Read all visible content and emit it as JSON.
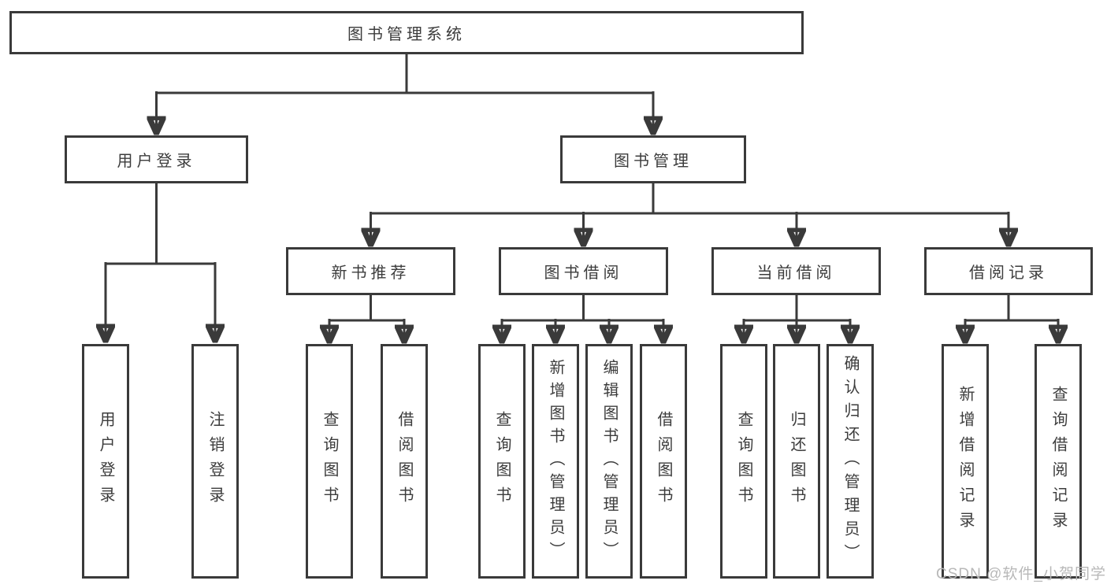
{
  "diagram_title": "图书管理系统",
  "nodes": {
    "root": {
      "label": "图书管理系统"
    },
    "user_login": {
      "label": "用户登录"
    },
    "book_management": {
      "label": "图书管理"
    },
    "new_book_recommend": {
      "label": "新书推荐"
    },
    "book_borrow": {
      "label": "图书借阅"
    },
    "current_borrow": {
      "label": "当前借阅"
    },
    "borrow_record": {
      "label": "借阅记录"
    },
    "leaf_user_login": {
      "label": "用户登录"
    },
    "leaf_logout": {
      "label": "注销登录"
    },
    "leaf_query_book_1": {
      "label": "查询图书"
    },
    "leaf_borrow_book_1": {
      "label": "借阅图书"
    },
    "leaf_query_book_2": {
      "label": "查询图书"
    },
    "leaf_add_book_admin": {
      "label": "新增图书（管理员）"
    },
    "leaf_edit_book_admin": {
      "label": "编辑图书（管理员）"
    },
    "leaf_borrow_book_2": {
      "label": "借阅图书"
    },
    "leaf_query_book_3": {
      "label": "查询图书"
    },
    "leaf_return_book": {
      "label": "归还图书"
    },
    "leaf_confirm_return_admin": {
      "label": "确认归还（管理员）"
    },
    "leaf_add_borrow_record": {
      "label": "新增借阅记录"
    },
    "leaf_query_borrow_record": {
      "label": "查询借阅记录"
    }
  },
  "edges": [
    [
      "root",
      "user_login"
    ],
    [
      "root",
      "book_management"
    ],
    [
      "user_login",
      "leaf_user_login"
    ],
    [
      "user_login",
      "leaf_logout"
    ],
    [
      "book_management",
      "new_book_recommend"
    ],
    [
      "book_management",
      "book_borrow"
    ],
    [
      "book_management",
      "current_borrow"
    ],
    [
      "book_management",
      "borrow_record"
    ],
    [
      "new_book_recommend",
      "leaf_query_book_1"
    ],
    [
      "new_book_recommend",
      "leaf_borrow_book_1"
    ],
    [
      "book_borrow",
      "leaf_query_book_2"
    ],
    [
      "book_borrow",
      "leaf_add_book_admin"
    ],
    [
      "book_borrow",
      "leaf_edit_book_admin"
    ],
    [
      "book_borrow",
      "leaf_borrow_book_2"
    ],
    [
      "current_borrow",
      "leaf_query_book_3"
    ],
    [
      "current_borrow",
      "leaf_return_book"
    ],
    [
      "current_borrow",
      "leaf_confirm_return_admin"
    ],
    [
      "borrow_record",
      "leaf_add_borrow_record"
    ],
    [
      "borrow_record",
      "leaf_query_borrow_record"
    ]
  ],
  "watermark": "CSDN @软件_小贺同学",
  "colors": {
    "line": "#3a3a3a",
    "text": "#3c3c3c",
    "background": "#ffffff",
    "watermark": "#b8b8b8"
  }
}
